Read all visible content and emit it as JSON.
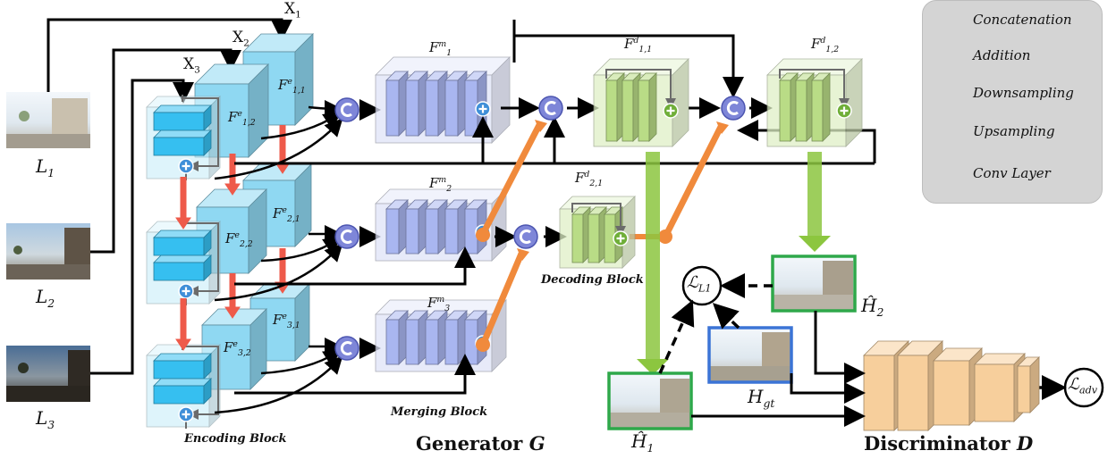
{
  "inputs": [
    {
      "label": "L",
      "sub": "1"
    },
    {
      "label": "L",
      "sub": "2"
    },
    {
      "label": "L",
      "sub": "3"
    }
  ],
  "x_labels": [
    {
      "label": "X",
      "sub": "1"
    },
    {
      "label": "X",
      "sub": "2"
    },
    {
      "label": "X",
      "sub": "3"
    }
  ],
  "encoding": {
    "f11": {
      "base": "F",
      "sup": "e",
      "sub": "1,1"
    },
    "f12": {
      "base": "F",
      "sup": "e",
      "sub": "1,2"
    },
    "f21": {
      "base": "F",
      "sup": "e",
      "sub": "2,1"
    },
    "f22": {
      "base": "F",
      "sup": "e",
      "sub": "2,2"
    },
    "f31": {
      "base": "F",
      "sup": "e",
      "sub": "3,1"
    },
    "f32": {
      "base": "F",
      "sup": "e",
      "sub": "3,2"
    },
    "caption": "Encoding Block"
  },
  "merging": {
    "f1": {
      "base": "F",
      "sup": "m",
      "sub": "1"
    },
    "f2": {
      "base": "F",
      "sup": "m",
      "sub": "2"
    },
    "f3": {
      "base": "F",
      "sup": "m",
      "sub": "3"
    },
    "caption": "Merging Block"
  },
  "decoding": {
    "f11": {
      "base": "F",
      "sup": "d",
      "sub": "1,1"
    },
    "f12": {
      "base": "F",
      "sup": "d",
      "sub": "1,2"
    },
    "f21": {
      "base": "F",
      "sup": "d",
      "sub": "2,1"
    },
    "caption": "Decoding Block"
  },
  "outputs": {
    "h1": {
      "label": "Ĥ",
      "sub": "1"
    },
    "h2": {
      "label": "Ĥ",
      "sub": "2"
    },
    "hgt": {
      "label": "H",
      "sub": "gt"
    }
  },
  "losses": {
    "l1": {
      "label": "ℒ",
      "sub": "L1"
    },
    "adv": {
      "label": "ℒ",
      "sub": "adv"
    }
  },
  "titles": {
    "generator": {
      "text": "Generator ",
      "sym": "G"
    },
    "discriminator": {
      "text": "Discriminator ",
      "sym": "D"
    }
  },
  "legend": {
    "items": [
      {
        "icon": "concatenation-icon",
        "label": "Concatenation"
      },
      {
        "icon": "addition-icon",
        "label": "Addition"
      },
      {
        "icon": "downsampling-icon",
        "label": "Downsampling"
      },
      {
        "icon": "upsampling-icon",
        "label": "Upsampling"
      },
      {
        "icon": "conv-layer-icon",
        "label": "Conv Layer"
      }
    ]
  },
  "colors": {
    "encoder": "#8fd8f2",
    "merger": "#a9b6f0",
    "decoder": "#b9dc86",
    "discriminator": "#f7cf9c",
    "down_arrow": "#ee5a4a",
    "up_arrow": "#f08a3c",
    "green_frame": "#2ea84a",
    "blue_frame": "#3b74d6",
    "legend_bg": "#d4d4d4"
  }
}
